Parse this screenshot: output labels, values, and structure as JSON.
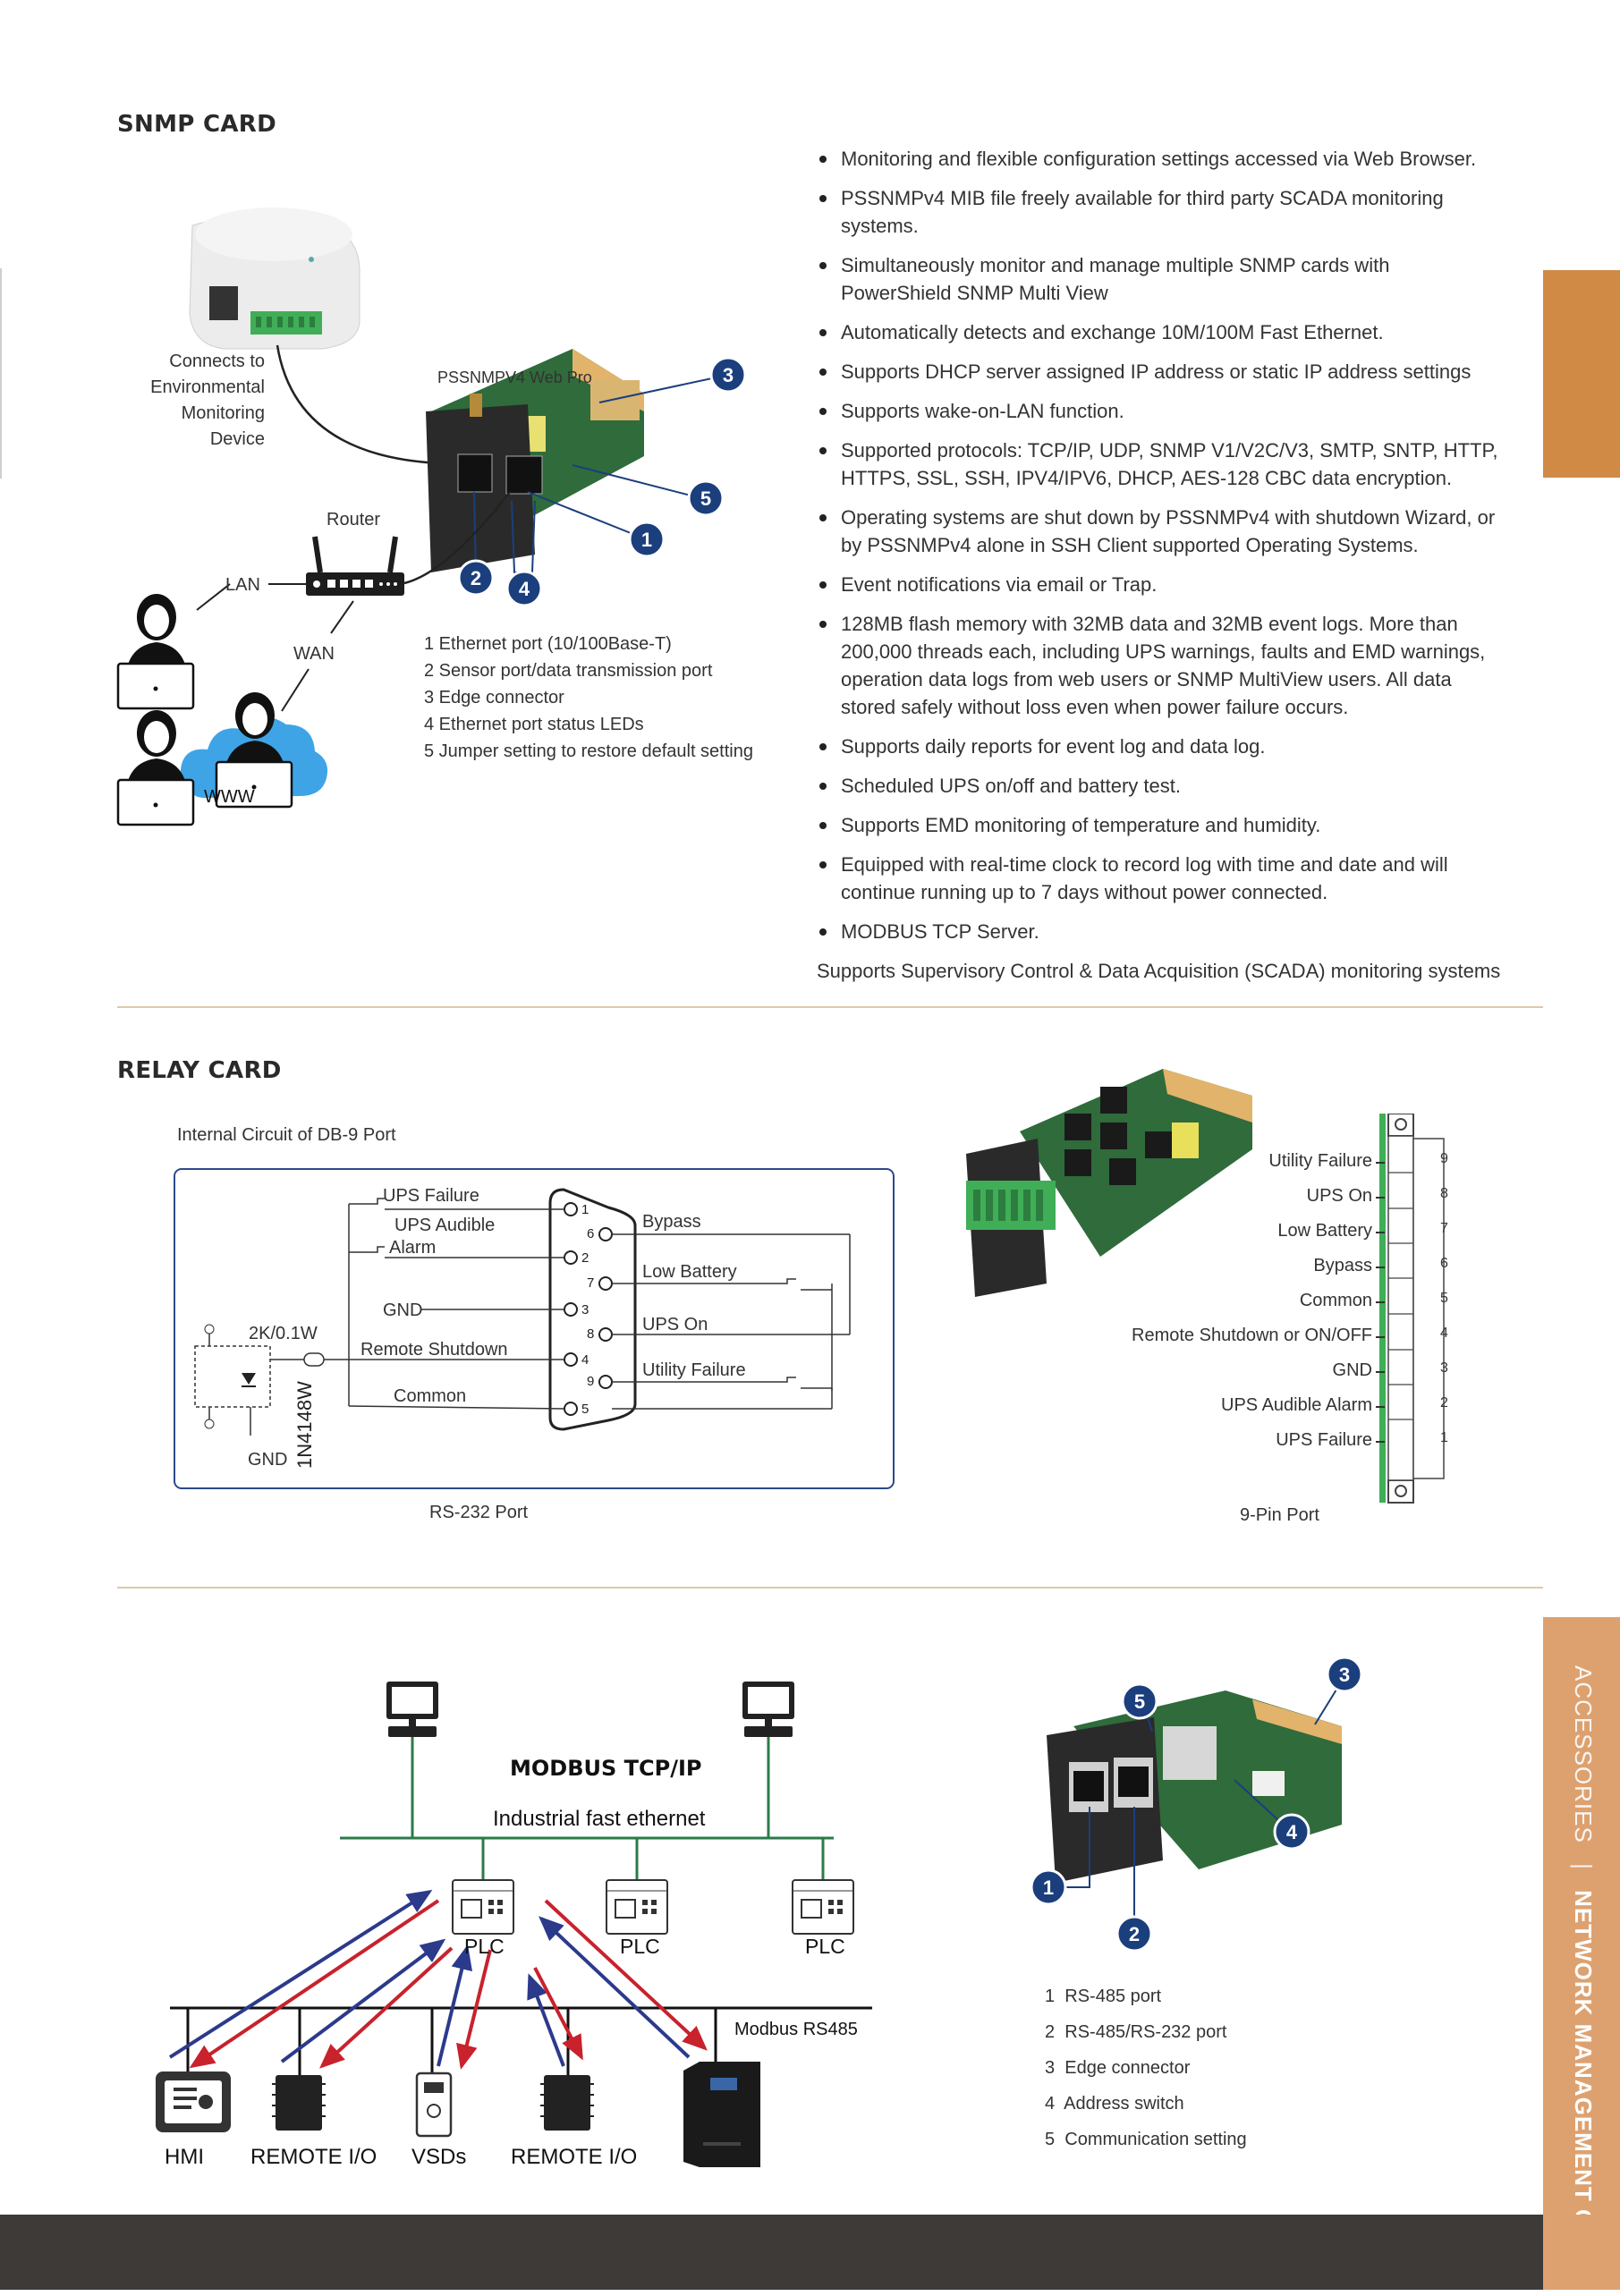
{
  "snmp": {
    "title": "SNMP CARD",
    "card_label": "PSSNMPV4 Web Pro",
    "connects_label": [
      "Connects to",
      "Environmental",
      "Monitoring",
      "Device"
    ],
    "router_label": "Router",
    "lan_label": "LAN",
    "wan_label": "WAN",
    "www_label": "WWW",
    "legend": [
      "1 Ethernet port (10/100Base-T)",
      "2 Sensor port/data transmission port",
      "3 Edge connector",
      "4 Ethernet port status LEDs",
      "5 Jumper setting to restore default setting"
    ],
    "features": [
      "Monitoring and flexible configuration settings accessed via Web Browser.",
      "PSSNMPv4 MIB file freely available for third party SCADA monitoring systems.",
      "Simultaneously monitor and manage multiple SNMP cards with PowerShield SNMP Multi View",
      "Automatically detects and exchange 10M/100M Fast Ethernet.",
      "Supports DHCP server assigned IP address or static IP address settings",
      "Supports wake-on-LAN function.",
      "Supported protocols: TCP/IP, UDP, SNMP V1/V2C/V3, SMTP, SNTP, HTTP, HTTPS, SSL, SSH, IPV4/IPV6, DHCP, AES-128 CBC data encryption.",
      "Operating systems are shut down by PSSNMPv4 with shutdown Wizard, or by PSSNMPv4 alone in SSH Client supported Operating Systems.",
      "Event notifications via email or Trap.",
      "128MB flash memory with 32MB data and 32MB event logs. More than 200,000 threads each, including UPS warnings, faults and EMD warnings, operation data logs from web users or SNMP MultiView users. All data  stored safely without loss even when power failure occurs.",
      "Supports daily reports for event log and data log.",
      "Scheduled UPS on/off and battery test.",
      "Supports EMD monitoring of temperature and humidity.",
      "Equipped with real-time clock to record log with time and date and will continue running up to 7 days without power connected.",
      "MODBUS TCP Server."
    ],
    "footnote": "Supports Supervisory Control & Data Acquisition (SCADA) monitoring systems"
  },
  "relay": {
    "title": "RELAY CARD",
    "circuit_caption": "Internal Circuit of DB-9 Port",
    "rs232_caption": "RS-232 Port",
    "pin9_caption": "9-Pin Port",
    "resistor": "2K/0.1W",
    "diode": "1N4148W",
    "left_labels": [
      "UPS Failure",
      "UPS Audible",
      "Alarm",
      "GND",
      "Remote Shutdown",
      "Common",
      "GND"
    ],
    "right_labels": [
      "Bypass",
      "Low Battery",
      "UPS On",
      "Utility Failure"
    ],
    "db9_pins": [
      "1",
      "2",
      "3",
      "4",
      "5",
      "6",
      "7",
      "8",
      "9"
    ],
    "pin_labels": [
      {
        "name": "Utility Failure",
        "pin": "9"
      },
      {
        "name": "UPS On",
        "pin": "8"
      },
      {
        "name": "Low Battery",
        "pin": "7"
      },
      {
        "name": "Bypass",
        "pin": "6"
      },
      {
        "name": "Common",
        "pin": "5"
      },
      {
        "name": "Remote Shutdown or ON/OFF",
        "pin": "4"
      },
      {
        "name": "GND",
        "pin": "3"
      },
      {
        "name": "UPS Audible Alarm",
        "pin": "2"
      },
      {
        "name": "UPS Failure",
        "pin": "1"
      }
    ]
  },
  "modbus": {
    "title": "MODBUS TCP/IP",
    "ethernet": "Industrial fast ethernet",
    "rs485": "Modbus RS485",
    "plc": "PLC",
    "devices": [
      "HMI",
      "REMOTE I/O",
      "VSDs",
      "REMOTE I/O"
    ],
    "legend": [
      {
        "num": "1",
        "text": "RS-485 port"
      },
      {
        "num": "2",
        "text": "RS-485/RS-232 port"
      },
      {
        "num": "3",
        "text": "Edge connector"
      },
      {
        "num": "4",
        "text": "Address switch"
      },
      {
        "num": "5",
        "text": "Communication setting"
      }
    ]
  },
  "side_tab": {
    "section": "ACCESSORIES",
    "separator": "|",
    "title": "NETWORK MANAGEMENT CARDS"
  },
  "colors": {
    "accent": "#d08a45",
    "accent_light": "#dda170",
    "navy": "#1b3f7d",
    "green_bus": "#2d7a4a",
    "arrow_red": "#c8222c",
    "arrow_blue": "#2c3a8c",
    "footer": "#3d3a38"
  },
  "icons": [
    "router-icon",
    "person-laptop-icon",
    "cloud-icon",
    "computer-icon",
    "plc-icon",
    "hmi-icon",
    "remote-io-icon",
    "vsd-icon",
    "ups-icon"
  ]
}
